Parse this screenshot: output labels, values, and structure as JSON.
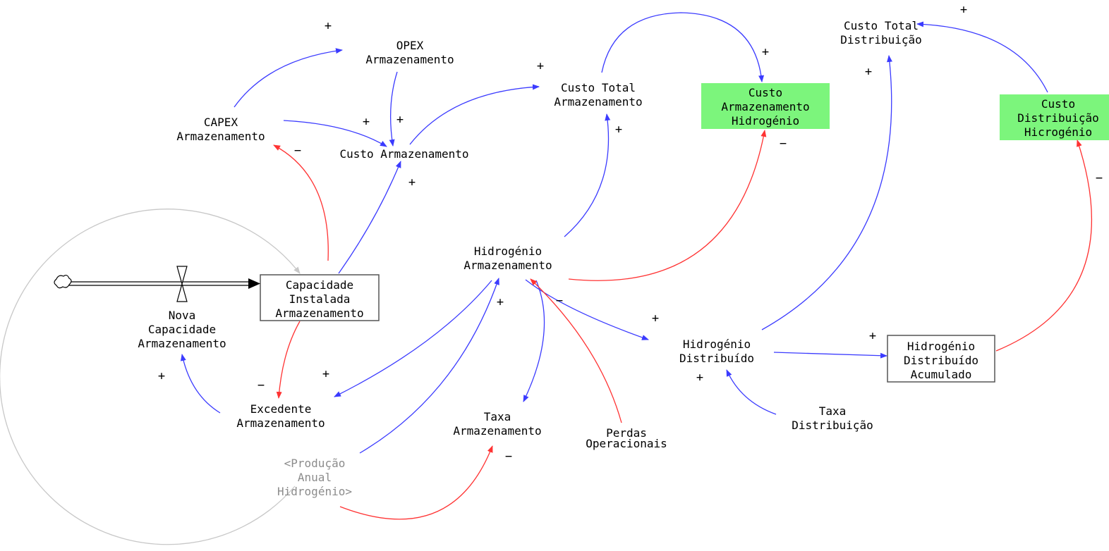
{
  "nodes": {
    "opex_armazenamento": [
      "OPEX",
      "Armazenamento"
    ],
    "capex_armazenamento": [
      "CAPEX",
      "Armazenamento"
    ],
    "custo_armazenamento": [
      "Custo Armazenamento"
    ],
    "custo_total_armazenamento": [
      "Custo Total",
      "Armazenamento"
    ],
    "custo_armazenamento_hidrogenio": [
      "Custo",
      "Armazenamento",
      "Hidrogénio"
    ],
    "custo_total_distribuicao": [
      "Custo Total",
      "Distribuição"
    ],
    "custo_distribuicao_hidrogenio": [
      "Custo",
      "Distribuição",
      "Hicrogénio"
    ],
    "hidrogenio_armazenamento": [
      "Hidrogénio",
      "Armazenamento"
    ],
    "capacidade_instalada": [
      "Capacidade",
      "Instalada",
      "Armazenamento"
    ],
    "nova_capacidade": [
      "Nova",
      "Capacidade",
      "Armazenamento"
    ],
    "excedente_armazenamento": [
      "Excedente",
      "Armazenamento"
    ],
    "taxa_armazenamento": [
      "Taxa",
      "Armazenamento"
    ],
    "perdas_operacionais": [
      "Perdas",
      "Operacionais"
    ],
    "hidrogenio_distribuido": [
      "Hidrogénio",
      "Distribuído"
    ],
    "hidrogenio_distribuido_acumulado": [
      "Hidrogénio",
      "Distribuído",
      "Acumulado"
    ],
    "taxa_distribuicao": [
      "Taxa",
      "Distribuição"
    ],
    "producao_anual_hidrogenio": [
      "<Produção",
      "Anual",
      "Hidrogénio>"
    ]
  },
  "polarities": {
    "positive": "+",
    "negative": "−"
  },
  "colors": {
    "positive_link": "#3b3bff",
    "negative_link": "#ff3333",
    "output_highlight": "#7cf57c",
    "shadow_variable": "#8c8c8c",
    "loop_circle": "#c8c8c8",
    "flow_pipe": "#000000"
  }
}
